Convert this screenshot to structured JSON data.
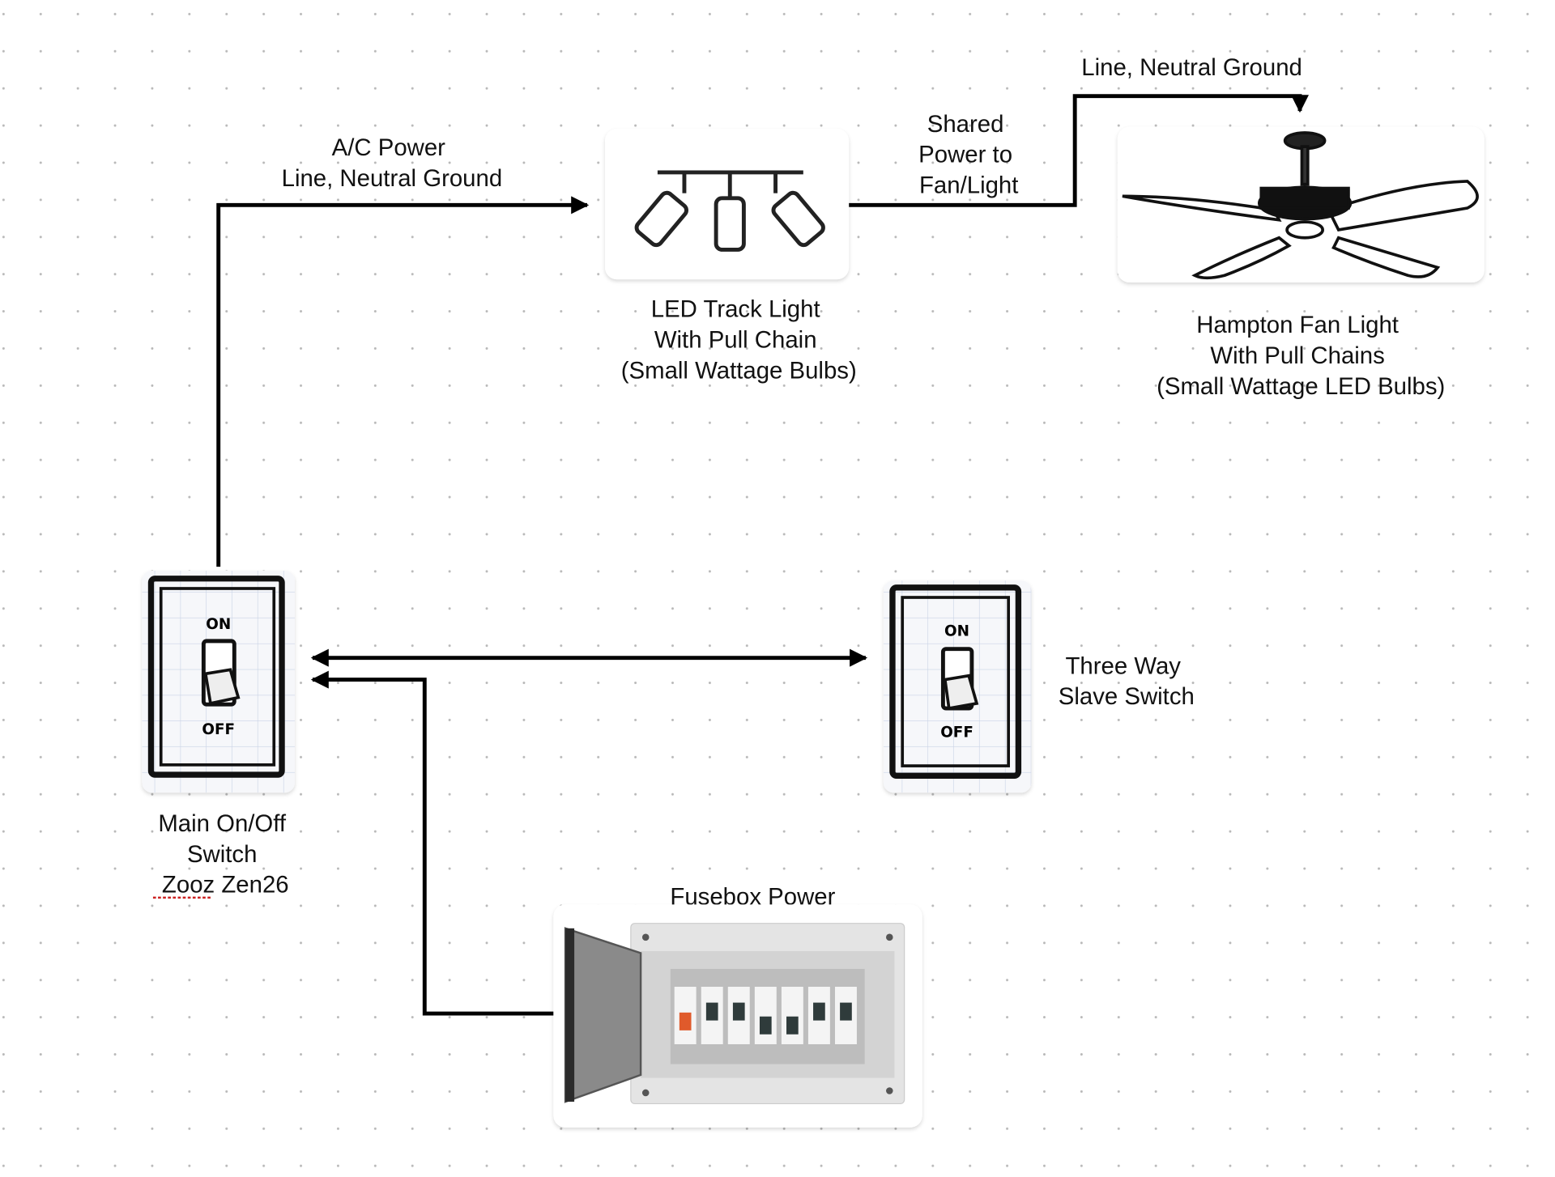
{
  "canvas": {
    "background": "#ffffff",
    "dot_color": "#b8b8b8"
  },
  "labels": {
    "ac_power": [
      "A/C Power",
      "Line, Neutral Ground"
    ],
    "shared_power": [
      "Shared",
      "Power to",
      "Fan/Light"
    ],
    "fan_feed": "Line, Neutral Ground",
    "track_light": [
      "LED Track Light",
      "With Pull Chain",
      "(Small Wattage Bulbs)"
    ],
    "fan_light": [
      "Hampton Fan Light",
      "With Pull Chains",
      "(Small Wattage LED Bulbs)"
    ],
    "slave_switch": [
      "Three Way",
      "Slave Switch"
    ],
    "main_switch": [
      "Main On/Off",
      "Switch",
      "Zooz Zen26"
    ],
    "fusebox": "Fusebox Power"
  },
  "switch_text": {
    "on": "ON",
    "off": "OFF"
  },
  "colors": {
    "wire": "#000000",
    "breaker_tripped": "#e05a2b",
    "spellcheck_underline": "#cc2222"
  },
  "icons": [
    "track-light-icon",
    "ceiling-fan-icon",
    "light-switch-icon",
    "fusebox-icon"
  ]
}
